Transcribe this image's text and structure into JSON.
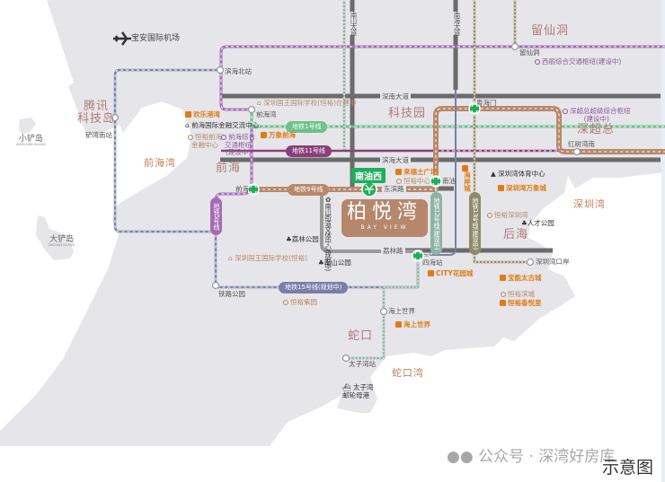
{
  "districts": {
    "liuxiandong": "留仙洞",
    "kejiyuan": "科技园",
    "shenchaozong": "深超总",
    "tengxun": "腾讯\n科技岛",
    "qianhai": "前海",
    "houhai": "后海",
    "shekou": "蛇口",
    "qianhaiwan": "前海湾",
    "shenzhenwan": "深圳湾",
    "shekouwan": "蛇口湾"
  },
  "islands": {
    "xiaochan": "小铲岛",
    "xiaochan_en": "XIAOCHAN ISLAND",
    "dachan": "大铲岛",
    "dachan_en": "DACHAN ISLAND"
  },
  "roads": {
    "nanshan_ave": "南山大道",
    "nanhai_ave": "南海大道",
    "shennan_ave": "深南大道",
    "binhai_ave": "滨海大道",
    "dongbin_rd": "东滨路",
    "lilin_rd": "荔林路"
  },
  "metro_lines": {
    "line1": "地铁1号线",
    "line11": "地铁11号线",
    "line9": "地铁9号线",
    "line5": "地铁5号线",
    "line12": "地铁12号线(建设中)",
    "line13": "地铁13号线(建设中)",
    "line15": "地铁15号线(规划中)"
  },
  "stations": {
    "binhaibei": "滨海北站",
    "qianhaiwan": "前海湾",
    "qianhai": "前海",
    "chanwannan": "铲湾南站",
    "tielugongyuan": "铁路公园",
    "liuxiandong": "留仙洞",
    "yuehaimen": "粤海门",
    "hongshuwannan": "红树湾南",
    "nanyou": "南油",
    "sihai": "四海站",
    "shenzhenwankouan": "深圳湾口岸",
    "haishangshijie": "海上世界",
    "taiziwan": "太子湾站",
    "nanyouxi": "南油西"
  },
  "project": {
    "name_cn": "柏悦湾",
    "name_en": "BAY VIEW"
  },
  "pois": {
    "airport": "宝安国际机场",
    "huanle": "欢乐港湾",
    "qh_finance_center": "前海国际金融交流中心",
    "hengyu_qh": "恒裕前海\n金融中心",
    "qh_hub": "前海综合\n交通枢纽\n(建设中)",
    "kings_school_building": "深圳国王国际学校(恒裕)在建中",
    "wanxiang_qh": "万象前海",
    "raffles": "来福士广场",
    "hengyu_center": "恒裕中心",
    "haiancheng": "海岸城",
    "sz_bay_sports": "深圳湾体育中心",
    "sz_bay_mixc": "深圳湾万象城",
    "hengyu_szbay": "恒裕深圳湾",
    "talent_park": "人才公园",
    "szz_hub": "深超总超级综合枢纽\n(建设中)",
    "xili_hub": "西丽综合交通枢纽(建设中)",
    "nanshan_culture": "南山街道文体中心(规划中)",
    "lilin_park": "荔林公园",
    "nanshan_park": "南山公园",
    "kings_school": "深圳国王国际学校(恒裕)",
    "hengyu_ziyuan": "恒裕紫园",
    "city_garden": "CITY花园城",
    "baoneng": "宝能太古城",
    "hengyu_bincheng": "恒裕滨城",
    "hengyu_xiangyueli": "恒裕香悦里",
    "sea_world": "海上世界",
    "taiziwan_port": "太子湾\n邮轮母港"
  },
  "watermark": "公众号 · 深湾好房库",
  "schematic_label": "示意图",
  "colors": {
    "land": "#e6e6ea",
    "sea": "#ffffff",
    "road": "#6b6b6b",
    "line1": "#6cc28a",
    "line11": "#8b3f7a",
    "line9": "#b8896b",
    "line5": "#a66bb8",
    "line12": "#8fb3a3",
    "line13": "#8f8a6a",
    "line15": "#7b7fa8",
    "station": "#1fae5a",
    "project": "#b7876c"
  }
}
